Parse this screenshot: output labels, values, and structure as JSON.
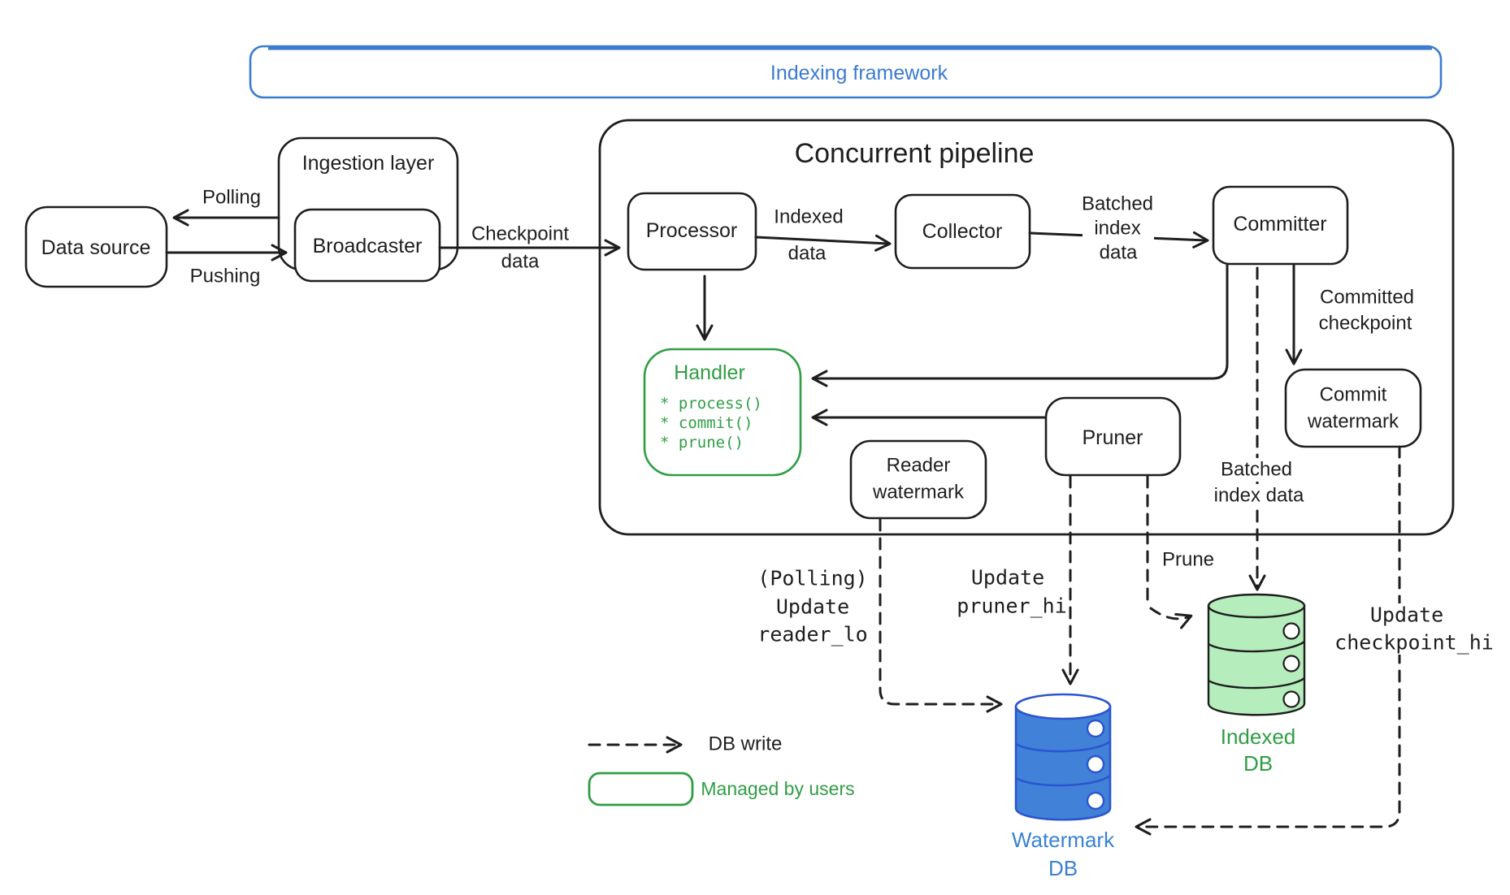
{
  "frame": {
    "title": "Indexing framework"
  },
  "pipeline": {
    "title": "Concurrent pipeline"
  },
  "nodes": {
    "data_source": "Data source",
    "ingestion_layer": "Ingestion layer",
    "broadcaster": "Broadcaster",
    "processor": "Processor",
    "collector": "Collector",
    "committer": "Committer",
    "handler": {
      "title": "Handler",
      "methods": [
        "* process()",
        "* commit()",
        "* prune()"
      ]
    },
    "reader_watermark": {
      "line1": "Reader",
      "line2": "watermark"
    },
    "pruner": "Pruner",
    "commit_watermark": {
      "line1": "Commit",
      "line2": "watermark"
    },
    "watermark_db": {
      "line1": "Watermark",
      "line2": "DB"
    },
    "indexed_db": {
      "line1": "Indexed",
      "line2": "DB"
    }
  },
  "edges": {
    "polling": "Polling",
    "pushing": "Pushing",
    "checkpoint_data": {
      "line1": "Checkpoint",
      "line2": "data"
    },
    "indexed_data": {
      "line1": "Indexed",
      "line2": "data"
    },
    "batched_index_data": {
      "line1": "Batched",
      "line2": "index",
      "line3": "data"
    },
    "committed_checkpoint": {
      "line1": "Committed",
      "line2": "checkpoint"
    },
    "update_reader_lo": {
      "line1": "(Polling)",
      "line2": "Update",
      "line3": "reader_lo"
    },
    "update_pruner_hi": {
      "line1": "Update",
      "line2": "pruner_hi"
    },
    "prune": "Prune",
    "batched_index_data_2": {
      "line1": "Batched",
      "line2": "index data"
    },
    "update_checkpoint_hi": {
      "line1": "Update",
      "line2": "checkpoint_hi"
    }
  },
  "legend": {
    "db_write": "DB write",
    "managed_by_users": "Managed by users"
  },
  "colors": {
    "ink": "#1e1e1e",
    "frame_blue": "#3b7bd0",
    "db_blue_fill": "#4181d8",
    "db_blue_stroke": "#2b55cf",
    "db_blue_text": "#3b82d4",
    "green": "#2f9e44",
    "green_fill": "#b5edbc",
    "background": "#ffffff"
  }
}
